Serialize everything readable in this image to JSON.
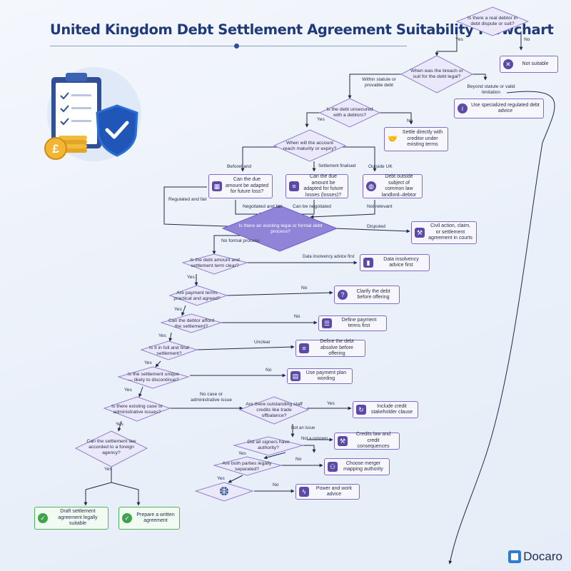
{
  "title": "United Kingdom Debt Settlement Agreement Suitability Flowchart",
  "brand": "Docaro",
  "decisions": {
    "d1": "Is there a real debtor in debt dispute or suit?",
    "d2": "When was the breach or suit for the debt legal?",
    "d3": "Is the debt unsecured with a debtors?",
    "d4": "When will the account reach maturity or expiry?",
    "d5": "Is there an existing legal or formal debt process?",
    "d6": "Is the debt amount and settlement term clear?",
    "d7": "Are payment terms practical and agreed?",
    "d8": "Can the debtor afford the settlement?",
    "d9": "Is it in full and final settlement?",
    "d10": "Is the settlement unique — likely to discontinue?",
    "d11": "Is there existing case or administrative issues?",
    "d12": "Can the settlement law accorded to a foreign agency?",
    "d13": "Are there outstanding staff credits like trade offbalance?",
    "d14": "Did all signers have authority?",
    "d15": "Are both parties legally separated?"
  },
  "boxes": {
    "not_suitable": "Not suitable",
    "specialized": "Use specialized regulated debt advice",
    "settle_directly": "Settle directly with creditor under existing terms",
    "beforehand": "Can the due amount be adapted for future loss?",
    "finalised": "Can the due amount be adapted for future losses (losses)?",
    "outside_uk": "Debt outside subject of common law landlord–debtor",
    "civil_action": "Civil action, claim, or settlement agreement in courts",
    "insolvency": "Data insolvency advice first",
    "clarify": "Clarify the debt before offering",
    "define_terms": "Define payment terms first",
    "define_debt": "Define the debt absolve before offering",
    "payment_plan": "Use payment plan wording",
    "credit_stakeholder": "Include credit stakeholder clause",
    "credits_law": "Credits law and credit consequences",
    "merger": "Choose merger mapping authority",
    "power": "Power and work advice",
    "draft": "Draft settlement agreement legally suitable",
    "prepare": "Prepare a written agreement"
  },
  "edge_labels": {
    "yes": "Yes",
    "no": "No",
    "within_statute": "Within statute or provable debt",
    "beyond_statute": "Beyond statute or valid limitation",
    "beforehand": "Beforehand",
    "settlement_finalised": "Settlement finalised",
    "outside_uk": "Outside UK",
    "regulated_fair": "Regulated and fair",
    "negotiated_fair": "Negotiated and fair",
    "can_be_negotiated": "Can be negotiated",
    "not_relevant": "Not relevant",
    "disputed": "Disputed",
    "no_formal": "No formal process",
    "insolvency_first": "Data insolvency advice first",
    "unclear": "Unclear",
    "no_case": "No case or administrative issue",
    "not_an_issue": "Not an issue",
    "not_a_concern": "Not a concern"
  },
  "colors": {
    "title": "#1e3a7a",
    "decision_fill": "#ece8fb",
    "decision_stroke": "#8e82cf",
    "highlight_fill": "#8f84d8",
    "icon": "#5b4aa8",
    "green": "#52b15a",
    "line": "#1f2a44"
  }
}
